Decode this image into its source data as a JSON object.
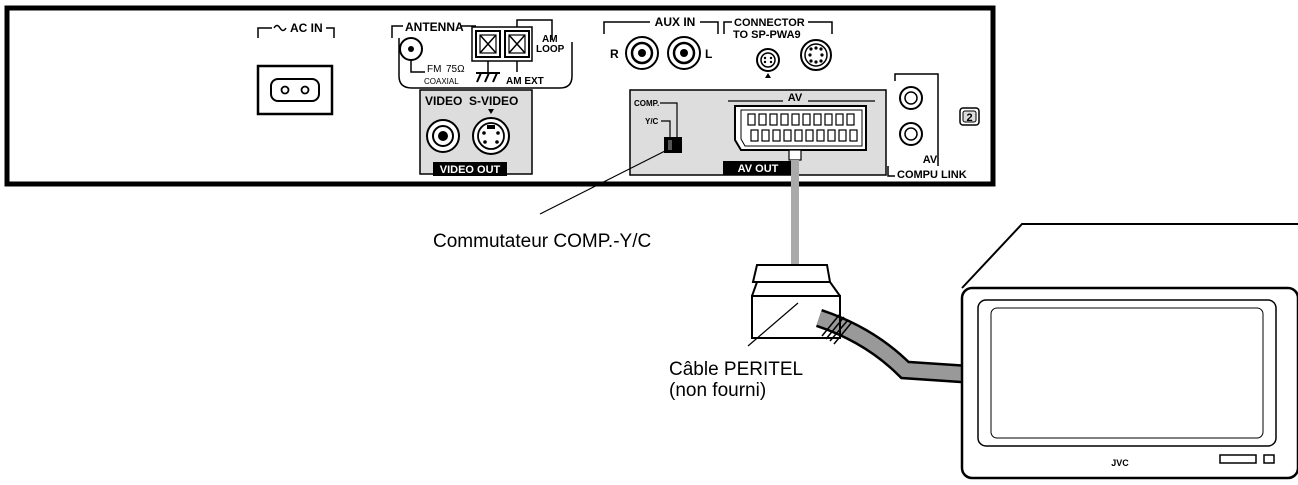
{
  "panel": {
    "ac_in": "AC IN",
    "antenna": "ANTENNA",
    "fm": "FM",
    "ohm": "75Ω",
    "coaxial": "COAXIAL",
    "am_loop_1": "AM",
    "am_loop_2": "LOOP",
    "am_ext": "AM EXT",
    "aux_in": "AUX IN",
    "aux_r": "R",
    "aux_l": "L",
    "connector_1": "CONNECTOR",
    "connector_2": "TO SP-PWA9",
    "video": "VIDEO",
    "s_video": "S-VIDEO",
    "video_out": "VIDEO OUT",
    "comp": "COMP.",
    "yc": "Y/C",
    "av": "AV",
    "av_out": "AV OUT",
    "compu_link_av": "AV",
    "compu_link": "COMPU LINK",
    "badge": "2"
  },
  "callouts": {
    "switch": "Commutateur COMP.-Y/C",
    "cable_1": "Câble PERITEL",
    "cable_2": "(non fourni)"
  },
  "tv": {
    "brand": "JVC"
  }
}
